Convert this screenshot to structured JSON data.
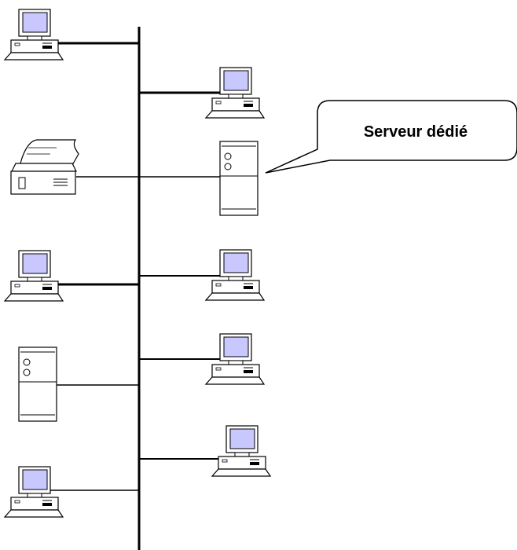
{
  "colors": {
    "screen": "#c8c8ff",
    "line": "#000000",
    "fill": "#ffffff"
  },
  "callout": {
    "text": "Serveur dédié"
  },
  "nodes": [
    {
      "type": "workstation",
      "icon": "computer-icon"
    },
    {
      "type": "workstation",
      "icon": "computer-icon"
    },
    {
      "type": "printer",
      "icon": "printer-icon"
    },
    {
      "type": "dedicated-server",
      "icon": "server-tower-icon"
    },
    {
      "type": "workstation",
      "icon": "computer-icon"
    },
    {
      "type": "workstation",
      "icon": "computer-icon"
    },
    {
      "type": "server",
      "icon": "server-tower-icon"
    },
    {
      "type": "workstation",
      "icon": "computer-icon"
    },
    {
      "type": "workstation",
      "icon": "computer-icon"
    },
    {
      "type": "workstation",
      "icon": "computer-icon"
    }
  ]
}
